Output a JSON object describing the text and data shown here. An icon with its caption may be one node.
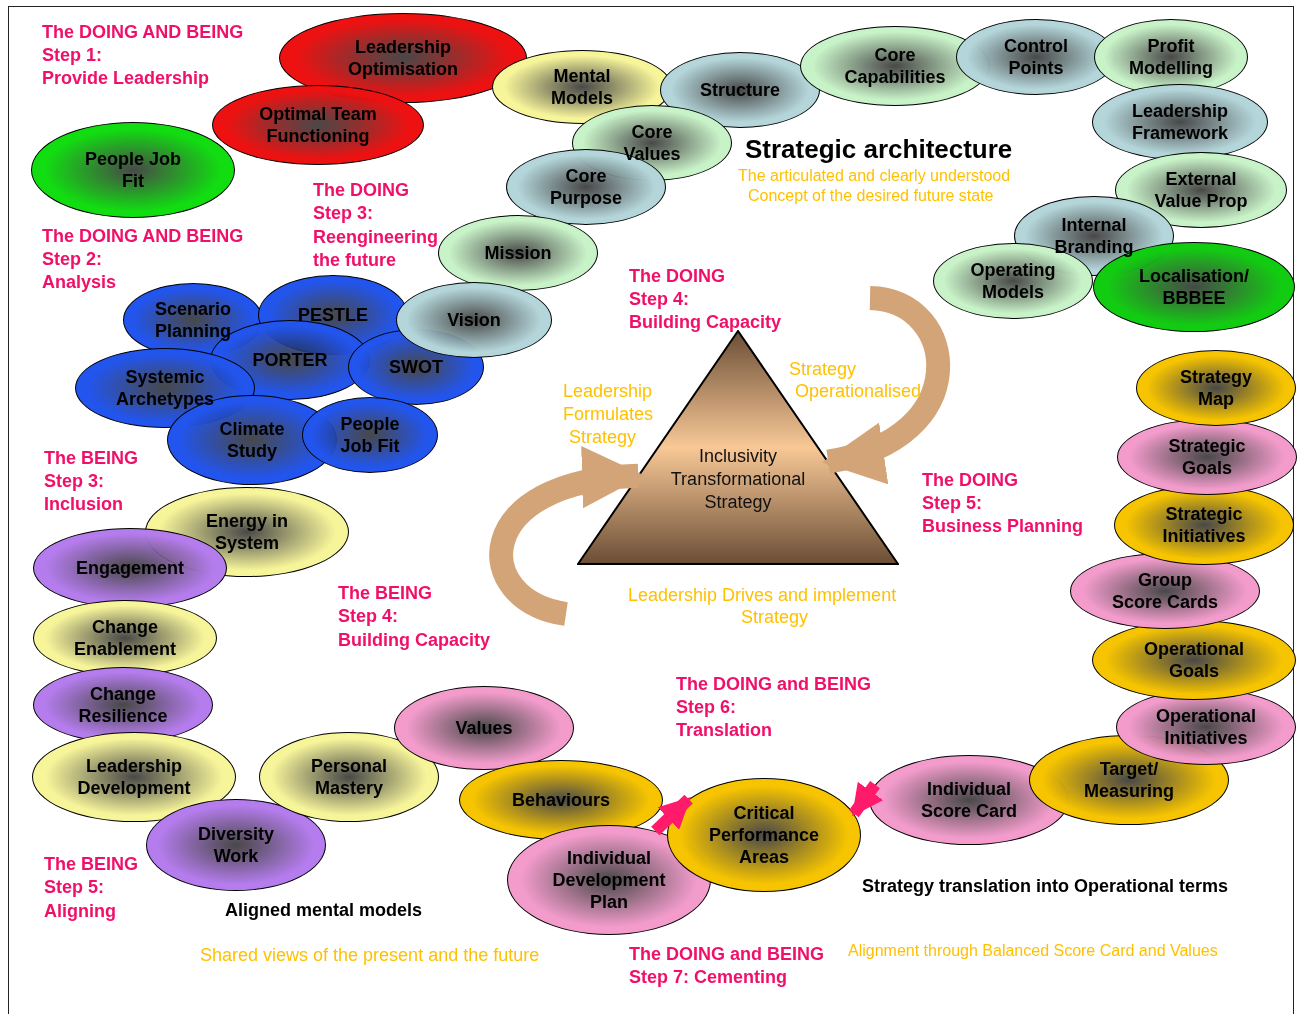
{
  "diagram": {
    "nodes": [
      {
        "text": [
          "Leadership Optimisation"
        ]
      },
      {
        "text": [
          "Optimal Team Functioning"
        ]
      },
      {
        "text": [
          "People Job Fit"
        ]
      },
      {
        "text": [
          "Mental Models"
        ]
      },
      {
        "text": [
          "Structure"
        ]
      },
      {
        "text": [
          "Core Values"
        ]
      },
      {
        "text": [
          "Core Purpose"
        ]
      },
      {
        "text": [
          "Mission"
        ]
      },
      {
        "text": [
          "Vision"
        ]
      },
      {
        "text": [
          "Core Capabilities"
        ]
      },
      {
        "text": [
          "Control Points"
        ]
      },
      {
        "text": [
          "Profit Modelling"
        ]
      },
      {
        "text": [
          "Leadership Framework"
        ]
      },
      {
        "text": [
          "External Value Prop"
        ]
      },
      {
        "text": [
          "Internal Branding"
        ]
      },
      {
        "text": [
          "Operating Models"
        ]
      },
      {
        "text": [
          "Localisation/ BBBEE"
        ]
      },
      {
        "text": [
          "Scenario Planning"
        ]
      },
      {
        "text": [
          "PESTLE"
        ]
      },
      {
        "text": [
          "PORTER"
        ]
      },
      {
        "text": [
          "SWOT"
        ]
      },
      {
        "text": [
          "Systemic Archetypes"
        ]
      },
      {
        "text": [
          "Climate Study"
        ]
      },
      {
        "text": [
          "People Job Fit"
        ]
      },
      {
        "text": [
          "Energy in System"
        ]
      },
      {
        "text": [
          "Engagement"
        ]
      },
      {
        "text": [
          "Change Enablement"
        ]
      },
      {
        "text": [
          "Change Resilience"
        ]
      },
      {
        "text": [
          "Leadership Development"
        ]
      },
      {
        "text": [
          "Diversity Work"
        ]
      },
      {
        "text": [
          "Personal Mastery"
        ]
      },
      {
        "text": [
          "Values"
        ]
      },
      {
        "text": [
          "Behaviours"
        ]
      },
      {
        "text": [
          "Individual Development Plan"
        ]
      },
      {
        "text": [
          "Critical Performance Areas"
        ]
      },
      {
        "text": [
          "Individual Score Card"
        ]
      },
      {
        "text": [
          "Target/ Measuring"
        ]
      },
      {
        "text": [
          "Operational Initiatives"
        ]
      },
      {
        "text": [
          "Operational Goals"
        ]
      },
      {
        "text": [
          "Group Score Cards"
        ]
      },
      {
        "text": [
          "Strategic Initiatives"
        ]
      },
      {
        "text": [
          "Strategic Goals"
        ]
      },
      {
        "text": [
          "Strategy Map"
        ]
      },
      {
        "text": [
          "Inclusivity Transformational Strategy"
        ]
      }
    ],
    "edges": [
      {
        "from": 33,
        "to": 34,
        "arrow": "to",
        "color": "#ff1a6a"
      },
      {
        "from": 35,
        "to": 34,
        "arrow": "to",
        "color": "#ff1a6a"
      },
      {
        "from": null,
        "to": 43,
        "arrow": "to",
        "style": "thick",
        "color": "#d2a478"
      },
      {
        "from": null,
        "to": 43,
        "arrow": "to",
        "style": "thick",
        "color": "#d2a478"
      }
    ],
    "labels": [
      "The DOING AND BEING",
      "Step 1:",
      "Provide Leadership",
      "Strategic architecture",
      "The articulated and clearly understood",
      "Concept of the desired future state",
      "The DOING",
      "Step 3:",
      "Reengineering",
      "the future",
      "The DOING AND BEING",
      "Step 2:",
      "Analysis",
      "The DOING",
      "Step 4:",
      "Building Capacity",
      "Strategy",
      "Operationalised",
      "Leadership",
      "Formulates",
      "Strategy",
      "The BEING",
      "Step 3:",
      "Inclusion",
      "The DOING",
      "Step 5:",
      "Business Planning",
      "The BEING",
      "Step 4:",
      "Building Capacity",
      "Leadership Drives and implement",
      "Strategy",
      "The DOING and BEING",
      "Step 6:",
      "Translation",
      "Strategy translation into Operational terms",
      "The BEING",
      "Step 5:",
      "Aligning",
      "Aligned mental models",
      "Shared views of the present and the future",
      "The DOING and BEING",
      "Step 7:  Cementing",
      "Alignment through Balanced Score Card and Values"
    ]
  }
}
